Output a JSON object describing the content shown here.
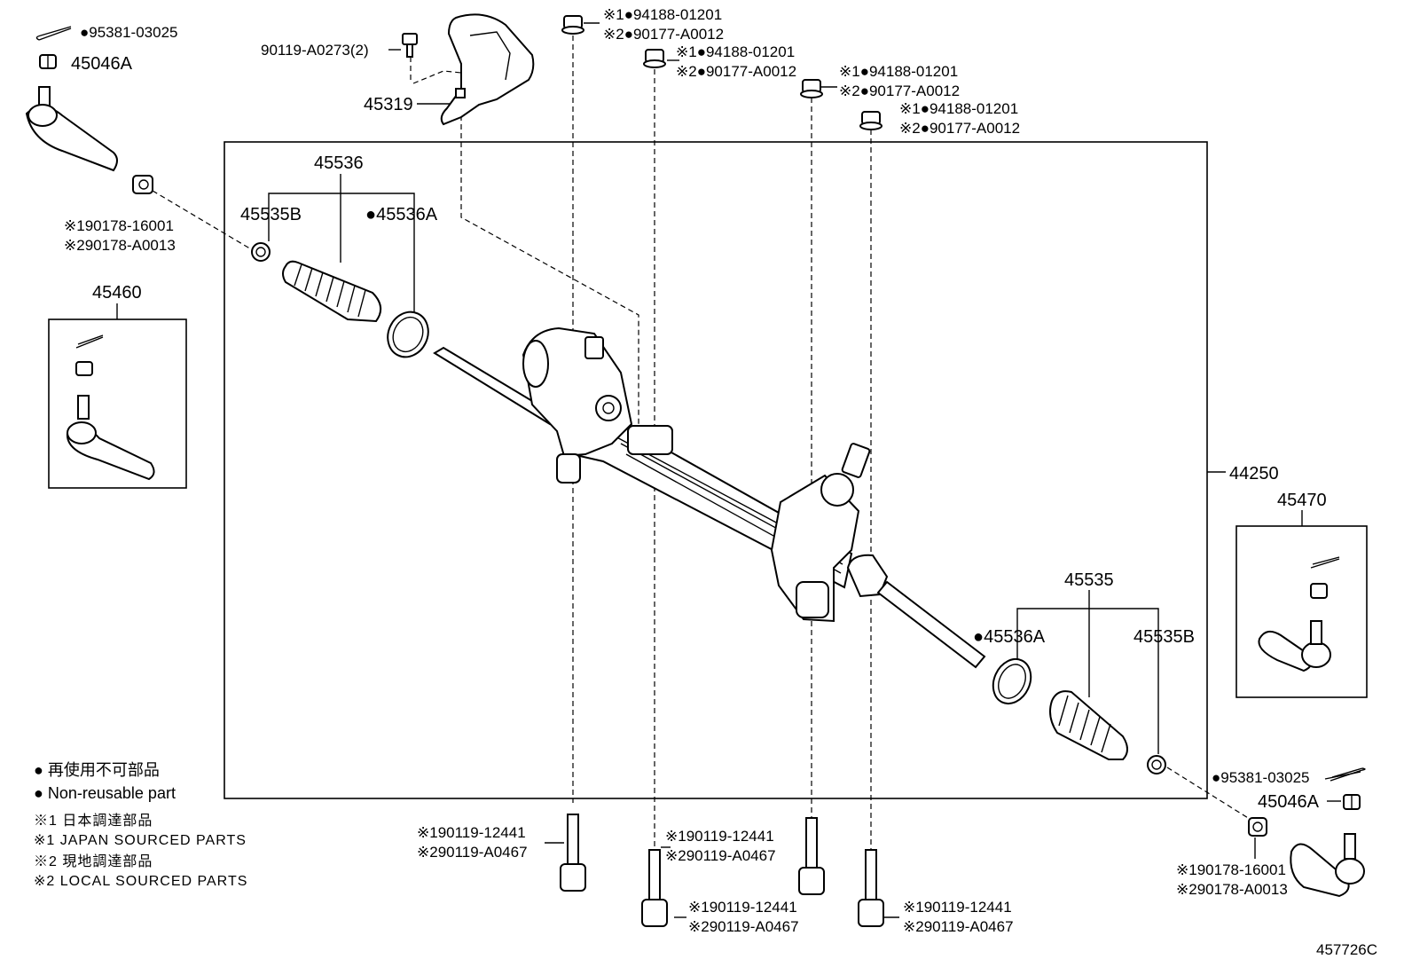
{
  "labels": {
    "cotter_pin_tl": "●95381-03025",
    "nut_tl": "45046A",
    "bolt_cover": "90119-A0273(2)",
    "cover": "45319",
    "nut1_l1": "※1●94188-01201",
    "nut1_l2": "※2●90177-A0012",
    "nut2_l1": "※1●94188-01201",
    "nut2_l2": "※2●90177-A0012",
    "nut3_l1": "※1●94188-01201",
    "nut3_l2": "※2●90177-A0012",
    "nut4_l1": "※1●94188-01201",
    "nut4_l2": "※2●90177-A0012",
    "boot_kit_l": "45536",
    "clip_l": "45535B",
    "band_l": "●45536A",
    "lock_nut_l1": "※190178-16001",
    "lock_nut_l2": "※290178-A0013",
    "tie_rod_end_l": "45460",
    "gear_assy": "44250",
    "tie_rod_end_r": "45470",
    "boot_kit_r": "45535",
    "band_r": "●45536A",
    "clip_r": "45535B",
    "cotter_pin_br": "●95381-03025",
    "nut_br": "45046A",
    "lock_nut_r1": "※190178-16001",
    "lock_nut_r2": "※290178-A0013",
    "bolt1_l1": "※190119-12441",
    "bolt1_l2": "※290119-A0467",
    "bolt2_l1": "※190119-12441",
    "bolt2_l2": "※290119-A0467",
    "bolt3_l1": "※190119-12441",
    "bolt3_l2": "※290119-A0467",
    "bolt4_l1": "※190119-12441",
    "bolt4_l2": "※290119-A0467",
    "illustration_code": "457726C"
  },
  "legend": {
    "line1": "● 再使用不可部品",
    "line2": "● Non-reusable part",
    "line3": "※1 日本調達部品",
    "line4": "※1 JAPAN SOURCED PARTS",
    "line5": "※2 現地調達部品",
    "line6": "※2 LOCAL SOURCED PARTS"
  }
}
